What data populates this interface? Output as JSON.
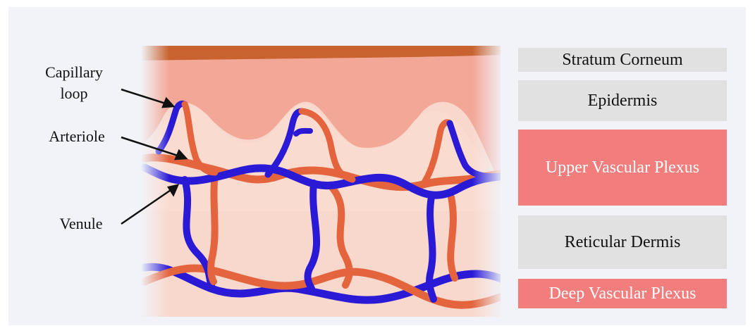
{
  "labels": {
    "capillary_loop": "Capillary loop",
    "arteriole": "Arteriole",
    "venule": "Venule"
  },
  "layers": [
    {
      "name": "Stratum Corneum",
      "color": "#e1e1e1"
    },
    {
      "name": "Epidermis",
      "color": "#e1e1e1"
    },
    {
      "name": "Upper Vascular Plexus",
      "color": "#f27d7d"
    },
    {
      "name": "Reticular Dermis",
      "color": "#e1e1e1"
    },
    {
      "name": "Deep Vascular Plexus",
      "color": "#f27d7d"
    }
  ],
  "colors": {
    "stratum_corneum": "#c8622f",
    "epidermis": "#f4a898",
    "dermis": "#f8d8cc",
    "arteriole": "#e4643e",
    "venule": "#2a1ad6"
  }
}
